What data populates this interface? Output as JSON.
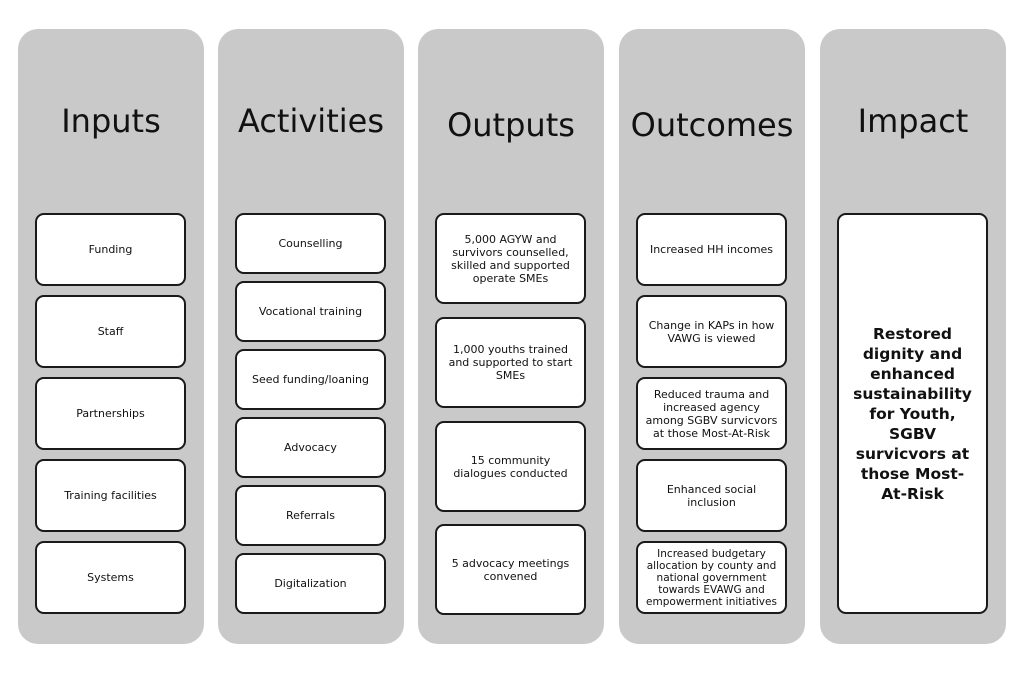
{
  "columns": [
    {
      "title": "Inputs",
      "items": [
        "Funding",
        "Staff",
        "Partnerships",
        "Training facilities",
        "Systems"
      ]
    },
    {
      "title": "Activities",
      "items": [
        "Counselling",
        "Vocational training",
        "Seed funding/loaning",
        "Advocacy",
        "Referrals",
        "Digitalization"
      ]
    },
    {
      "title": "Outputs",
      "items": [
        "5,000 AGYW and survivors counselled, skilled and supported operate SMEs",
        "1,000 youths trained and supported to start SMEs",
        "15 community dialogues conducted",
        "5 advocacy meetings convened"
      ]
    },
    {
      "title": "Outcomes",
      "items": [
        "Increased HH incomes",
        "Change in KAPs in how VAWG is viewed",
        "Reduced trauma and increased agency among SGBV survicvors at those Most-At-Risk",
        "Enhanced social inclusion",
        "Increased budgetary allocation by county and national government towards EVAWG and empowerment initiatives"
      ]
    },
    {
      "title": "Impact",
      "items": [
        "Restored dignity and enhanced sustainability for Youth, SGBV survicvors at those Most-At-Risk"
      ]
    }
  ]
}
